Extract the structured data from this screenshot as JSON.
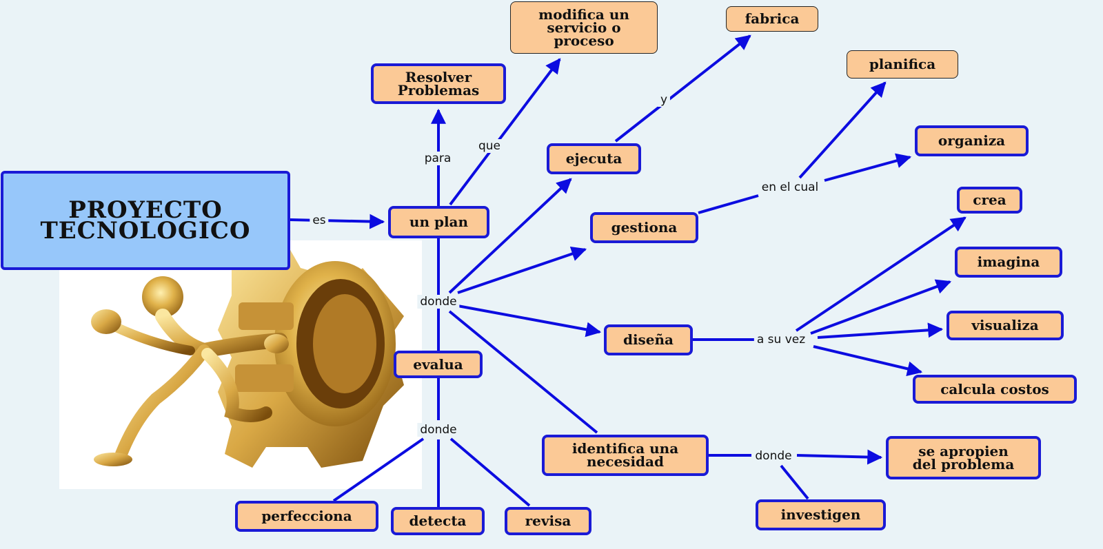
{
  "diagram": {
    "main_node": "PROYECTO\nTECNOLOGICO",
    "nodes": {
      "un_plan": "un plan",
      "resolver": "Resolver\nProblemas",
      "modifica": "modifica un\nservicio o\nproceso",
      "ejecuta": "ejecuta",
      "fabrica": "fabrica",
      "gestiona": "gestiona",
      "planifica": "planifica",
      "organiza": "organiza",
      "disena": "diseña",
      "crea": "crea",
      "imagina": "imagina",
      "visualiza": "visualiza",
      "calcula": "calcula costos",
      "evalua": "evalua",
      "perfecciona": "perfecciona",
      "detecta": "detecta",
      "revisa": "revisa",
      "identifica": "identifica una\nnecesidad",
      "apropien": "se apropien\ndel problema",
      "investigen": "investigen"
    },
    "link_labels": {
      "es": "es",
      "para": "para",
      "que": "que",
      "donde_center": "donde",
      "y": "y",
      "en_el_cual": "en el cual",
      "a_su_vez": "a su vez",
      "donde_evalua": "donde",
      "donde_identifica": "donde"
    },
    "colors": {
      "node_fill": "#fbc996",
      "node_border": "#1a1ad6",
      "main_fill": "#97c7fa",
      "link": "#0c0ce0"
    }
  }
}
